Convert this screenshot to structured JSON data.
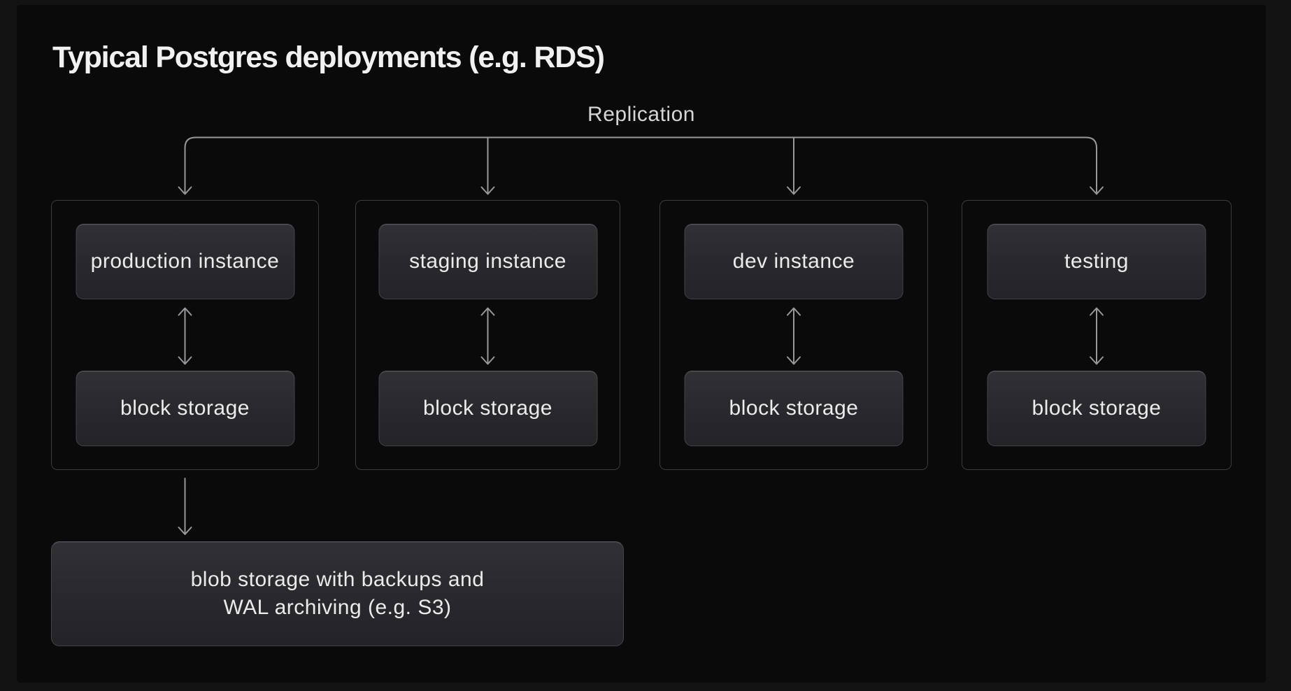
{
  "title": "Typical Postgres deployments (e.g. RDS)",
  "replication_label": "Replication",
  "groups": [
    {
      "instance": "production instance",
      "storage": "block storage"
    },
    {
      "instance": "staging instance",
      "storage": "block storage"
    },
    {
      "instance": "dev instance",
      "storage": "block storage"
    },
    {
      "instance": "testing",
      "storage": "block storage"
    }
  ],
  "blob_storage": {
    "line1": "blob storage with backups and",
    "line2": "WAL archiving (e.g. S3)"
  },
  "colors": {
    "page_background": "#131314",
    "canvas_background": "#0a0a0b",
    "node_fill": "#2a2a2e",
    "node_border": "#434349",
    "group_border": "#3a3a40",
    "connector": "#98989c",
    "title_text": "#f1f1f2",
    "label_text": "#ebebed",
    "replication_text": "#d5d5d8"
  }
}
